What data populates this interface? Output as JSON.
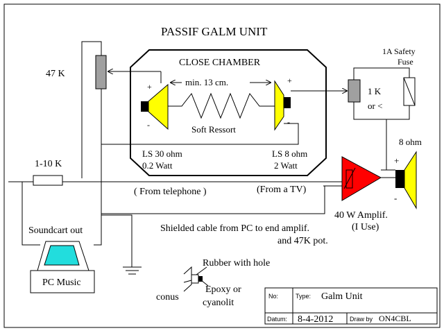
{
  "title": "PASSIF   GALM   UNIT",
  "labels": {
    "pot_47k": "47  K",
    "close_chamber": "CLOSE CHAMBER",
    "min_13cm": "min. 13  cm.",
    "soft_ressort": "Soft   Ressort",
    "ls30_line1": "LS 30 ohm",
    "ls30_line2": "0.2  Watt",
    "ls8_line1": "LS 8 ohm",
    "ls8_line2": "2 Watt",
    "res_1_10k": "1-10 K",
    "soundcard_out": "Soundcart out",
    "pc_music": "PC Music",
    "from_telephone": "( From telephone )",
    "from_tv": "(From a TV)",
    "amp_line1": "40 W  Amplif.",
    "amp_line2": "(I Use)",
    "spk_8ohm": "8 ohm",
    "fuse_line1": "1A  Safety",
    "fuse_line2": "Fuse",
    "res_1k_line1": "1 K",
    "res_1k_line2": "or <",
    "shielded_line1": "Shielded cable from PC to end amplif.",
    "shielded_line2": "and 47K pot.",
    "rubber_hole": "Rubber with hole",
    "conus": "conus",
    "epoxy_line1": "Epoxy or",
    "epoxy_line2": "cyanolit",
    "plus": "+",
    "minus": "-"
  },
  "titleblock": {
    "no_label": "No:",
    "no_value": "",
    "type_label": "Type:",
    "type_value": "Galm  Unit",
    "datum_label": "Datum:",
    "datum_value": "8-4-2012",
    "drawby_label": "Draw by",
    "drawby_value": "ON4CBL"
  },
  "colors": {
    "speaker_yellow": "#ffff00",
    "amplifier_red": "#ff0000",
    "screen_cyan": "#22dddd",
    "pot_gray": "#a0a0a0"
  }
}
